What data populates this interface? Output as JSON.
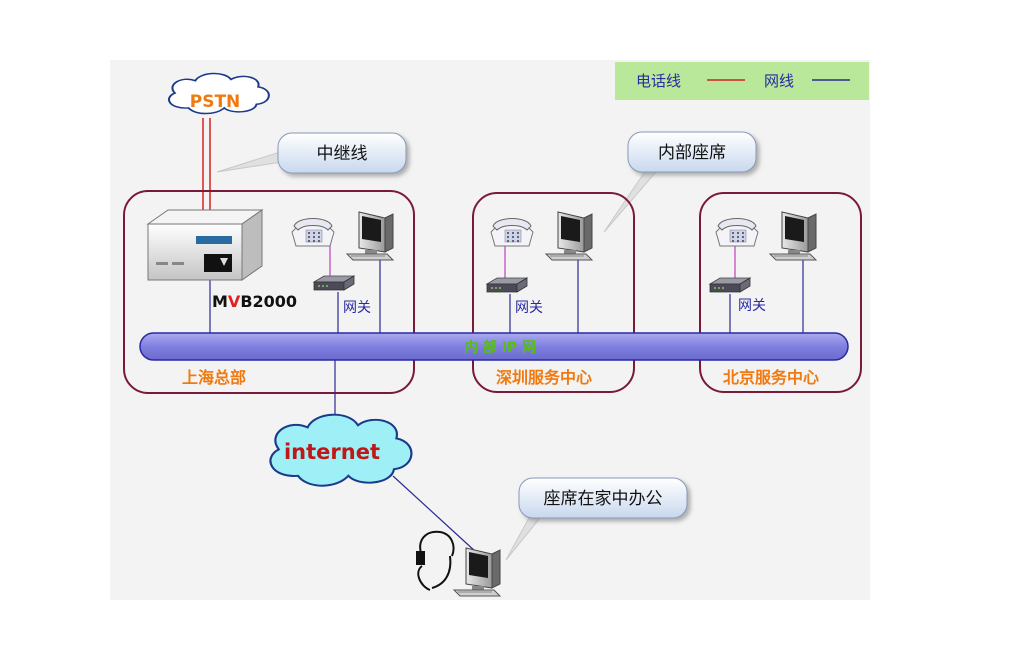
{
  "legend": {
    "phone_line_label": "电话线",
    "network_line_label": "网线",
    "phone_line_color": "#d62020",
    "network_line_color": "#3a3aa8",
    "background_color": "#b9e89a"
  },
  "clouds": {
    "pstn": "PSTN",
    "internet": "internet"
  },
  "callouts": {
    "trunk_line": "中继线",
    "internal_seats": "内部座席",
    "home_office": "座席在家中办公"
  },
  "sites": [
    {
      "name": "上海总部",
      "gateway_label": "网关"
    },
    {
      "name": "深圳服务中心",
      "gateway_label": "网关"
    },
    {
      "name": "北京服务中心",
      "gateway_label": "网关"
    }
  ],
  "device": {
    "name_prefix": "M",
    "name_highlight": "V",
    "name_suffix": "B2000",
    "highlight_color": "#e02020"
  },
  "network_bar_label": "内 部 IP 网",
  "colors": {
    "frame": "#7a1a3a",
    "background": "#f2f2f2",
    "site_label": "#f07a10",
    "bar_fill": "#8c8ce8",
    "bar_text": "#55c010",
    "pstn_text": "#f07a10",
    "internet_text": "#c01818",
    "internet_fill": "#9ef0f6"
  }
}
